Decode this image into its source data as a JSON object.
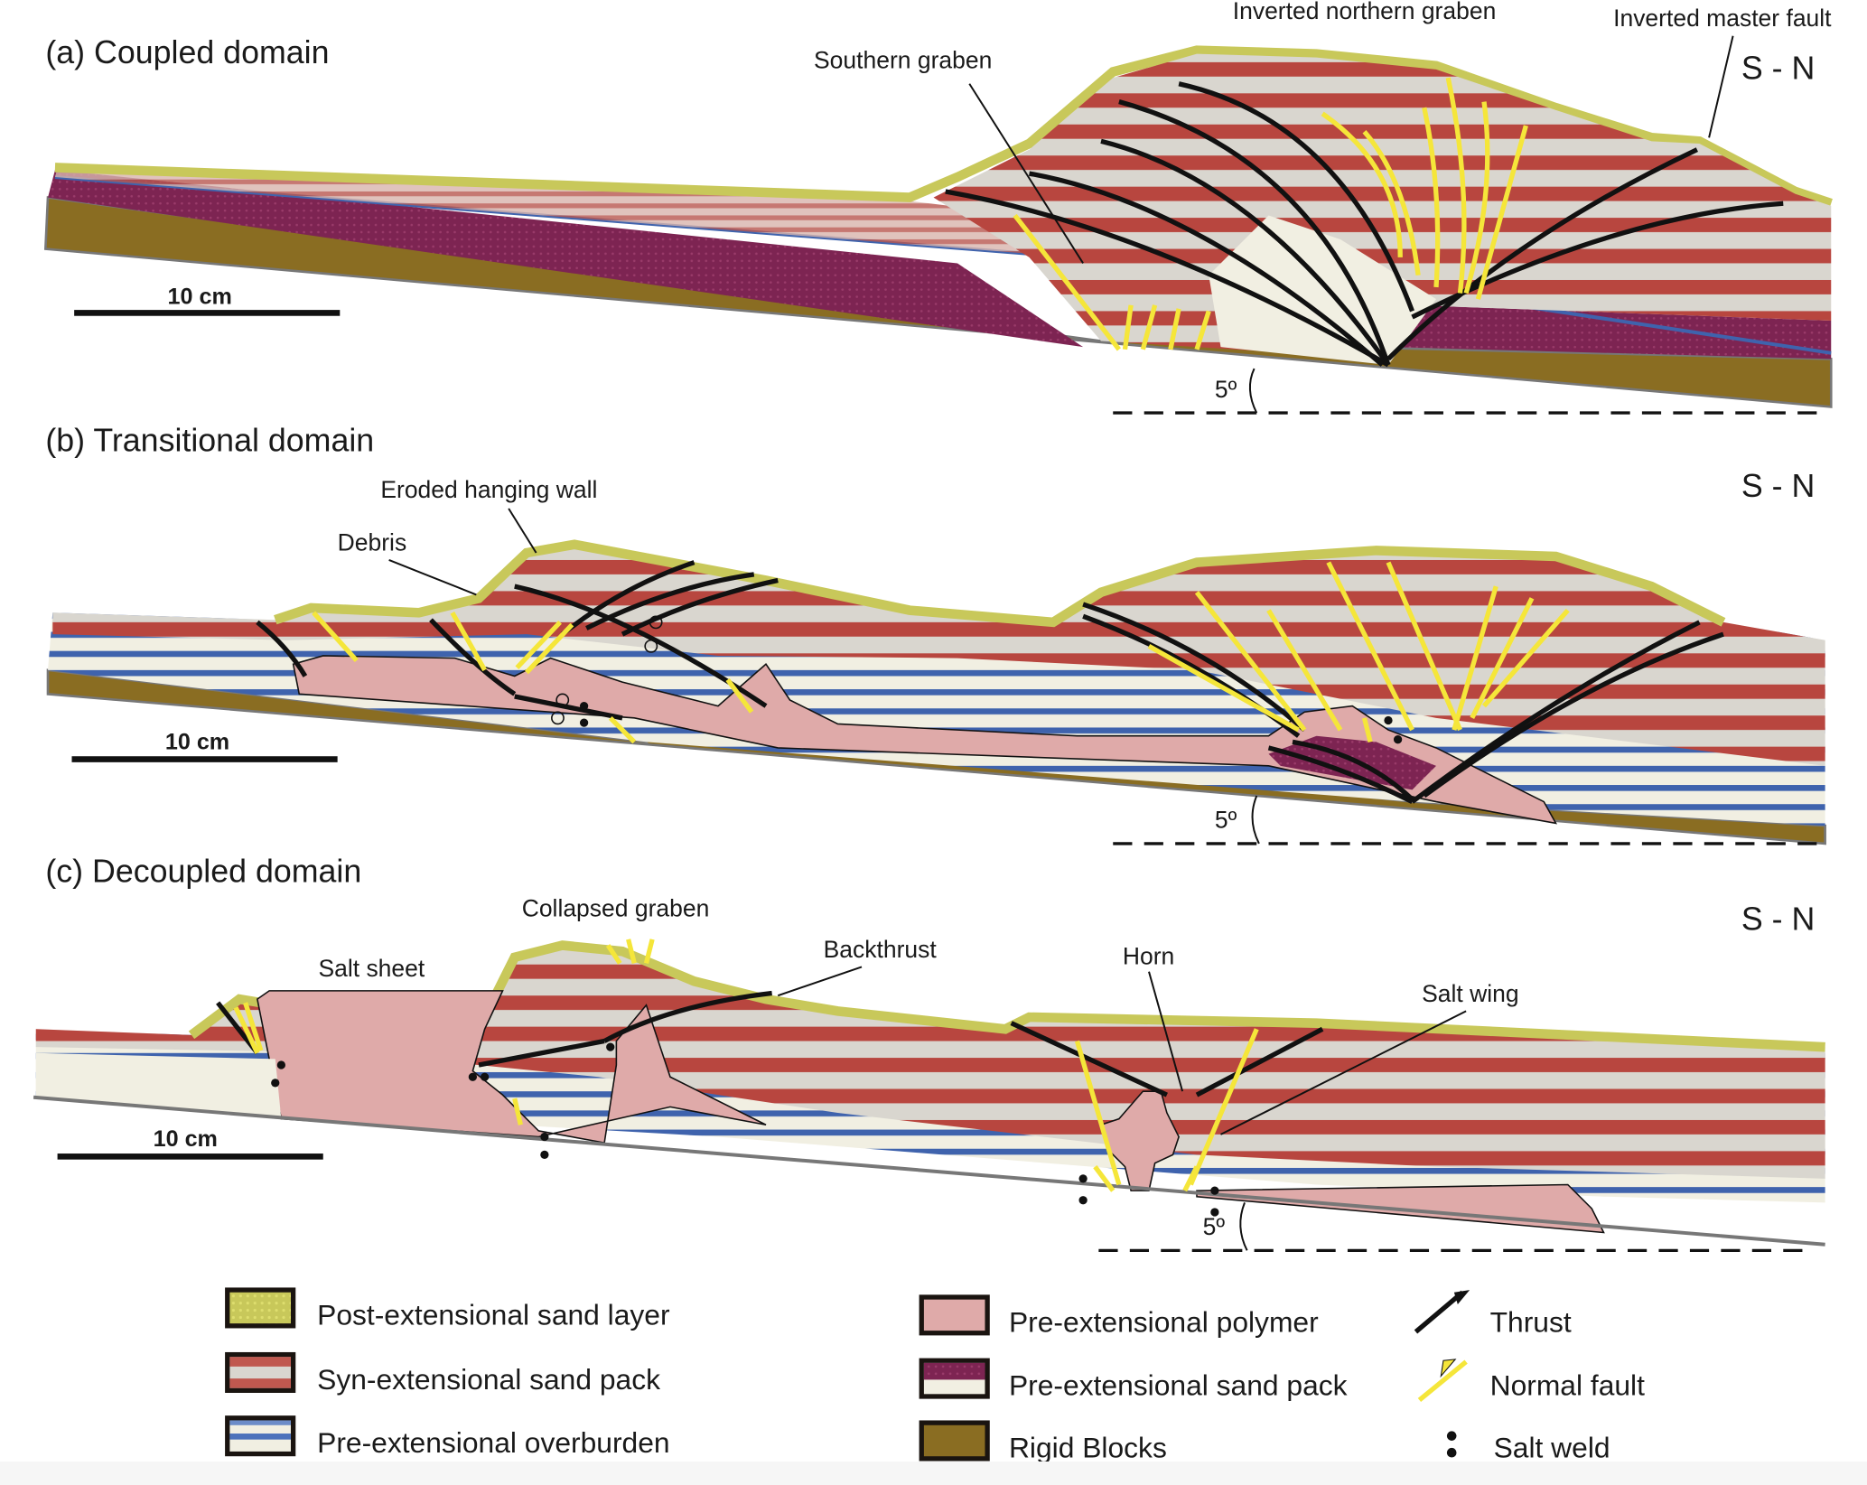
{
  "figure": {
    "orientation_label": "S - N",
    "scale_bar_label": "10 cm",
    "dip_angle_label": "5º",
    "colors": {
      "post_extensional_sand": "#c8c85a",
      "syn_extensional_red": "#b8463f",
      "syn_extensional_light": "#d9d6cf",
      "pre_extensional_overburden_blue": "#3f63ad",
      "pre_extensional_overburden_light": "#f1efe2",
      "pre_extensional_polymer": "#dfaaa9",
      "pre_extensional_sand_purple": "#7d2452",
      "rigid_blocks": "#8a6d22",
      "normal_fault": "#f5e63a",
      "thrust": "#111111"
    }
  },
  "panels": [
    {
      "id": "a",
      "title": "(a) Coupled domain",
      "annotations": [
        "Southern graben",
        "Inverted northern graben",
        "Inverted master fault"
      ]
    },
    {
      "id": "b",
      "title": "(b) Transitional domain",
      "annotations": [
        "Eroded hanging wall",
        "Debris"
      ]
    },
    {
      "id": "c",
      "title": "(c) Decoupled domain",
      "annotations": [
        "Collapsed graben",
        "Salt sheet",
        "Backthrust",
        "Horn",
        "Salt wing"
      ]
    }
  ],
  "legend": {
    "items": [
      {
        "label": "Post-extensional sand layer",
        "swatch": "post-extensional-sand"
      },
      {
        "label": "Syn-extensional sand pack",
        "swatch": "syn-extensional-sand"
      },
      {
        "label": "Pre-extensional overburden",
        "swatch": "pre-extensional-overburden"
      },
      {
        "label": "Pre-extensional polymer",
        "swatch": "pre-extensional-polymer"
      },
      {
        "label": "Pre-extensional sand pack",
        "swatch": "pre-extensional-sand"
      },
      {
        "label": "Rigid Blocks",
        "swatch": "rigid-blocks"
      },
      {
        "label": "Thrust",
        "symbol": "thrust"
      },
      {
        "label": "Normal fault",
        "symbol": "normal-fault"
      },
      {
        "label": "Salt weld",
        "symbol": "salt-weld"
      }
    ]
  }
}
